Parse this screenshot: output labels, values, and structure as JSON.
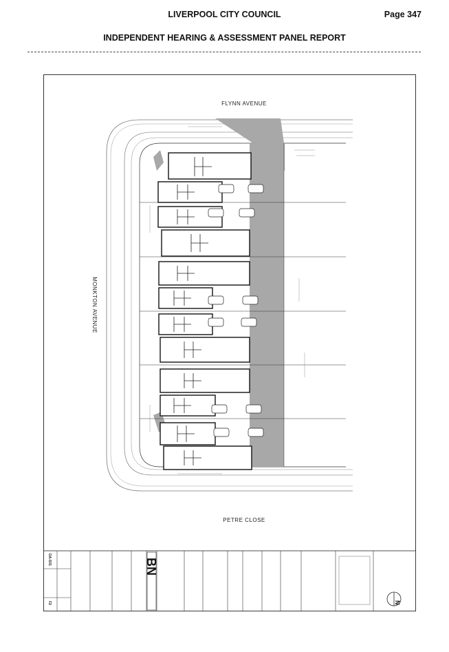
{
  "header": {
    "council": "LIVERPOOL CITY COUNCIL",
    "page": "Page 347",
    "panel": "INDEPENDENT HEARING & ASSESSMENT PANEL REPORT"
  },
  "plan": {
    "street_top": "FLYNN  AVENUE",
    "street_left": "MONKTON  AVENUE",
    "street_bottom": "PETRE  CLOSE"
  },
  "title_block": {
    "drawing_no": "DA-S01",
    "revision": "F2",
    "firm_logo": "BN",
    "north_symbol": "N"
  },
  "colors": {
    "shadow": "#a8a8a8",
    "lines": "#333333"
  }
}
